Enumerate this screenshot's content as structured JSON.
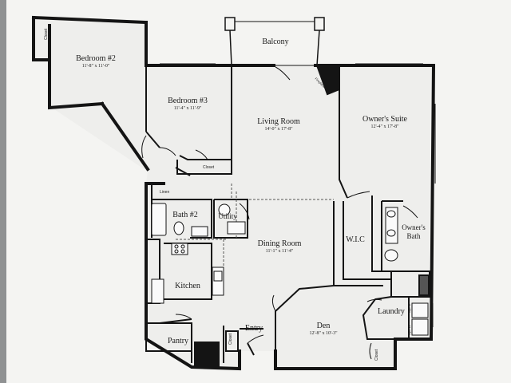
{
  "rooms": {
    "balcony": {
      "name": "Balcony"
    },
    "bedroom2": {
      "name": "Bedroom #2",
      "dim": "11'-8\" x 11'-0\""
    },
    "bedroom3": {
      "name": "Bedroom #3",
      "dim": "11'-4\" x 11'-9\""
    },
    "living": {
      "name": "Living Room",
      "dim": "14'-0\" x 17'-8\""
    },
    "owners_suite": {
      "name": "Owner's Suite",
      "dim": "12'-4\" x 17'-8\""
    },
    "bath2": {
      "name": "Bath #2"
    },
    "utility": {
      "name": "Utility"
    },
    "dining": {
      "name": "Dining Room",
      "dim": "11'-1\" x 11'-4\""
    },
    "wic": {
      "name": "W.I.C"
    },
    "owners_bath": {
      "name": "Owner's Bath"
    },
    "kitchen": {
      "name": "Kitchen"
    },
    "laundry": {
      "name": "Laundry"
    },
    "den": {
      "name": "Den",
      "dim": "12'-8\" x 10'-3\""
    },
    "entry": {
      "name": "Entry"
    },
    "pantry": {
      "name": "Pantry"
    }
  },
  "small_labels": {
    "closet": "Closet",
    "linen": "Linen",
    "fireplace": "Fireplace",
    "washer": "Opt. W",
    "dryer": "Opt. D"
  },
  "colors": {
    "paper": "#f4f4f2",
    "wall": "#141414",
    "background": "#8f9192"
  }
}
